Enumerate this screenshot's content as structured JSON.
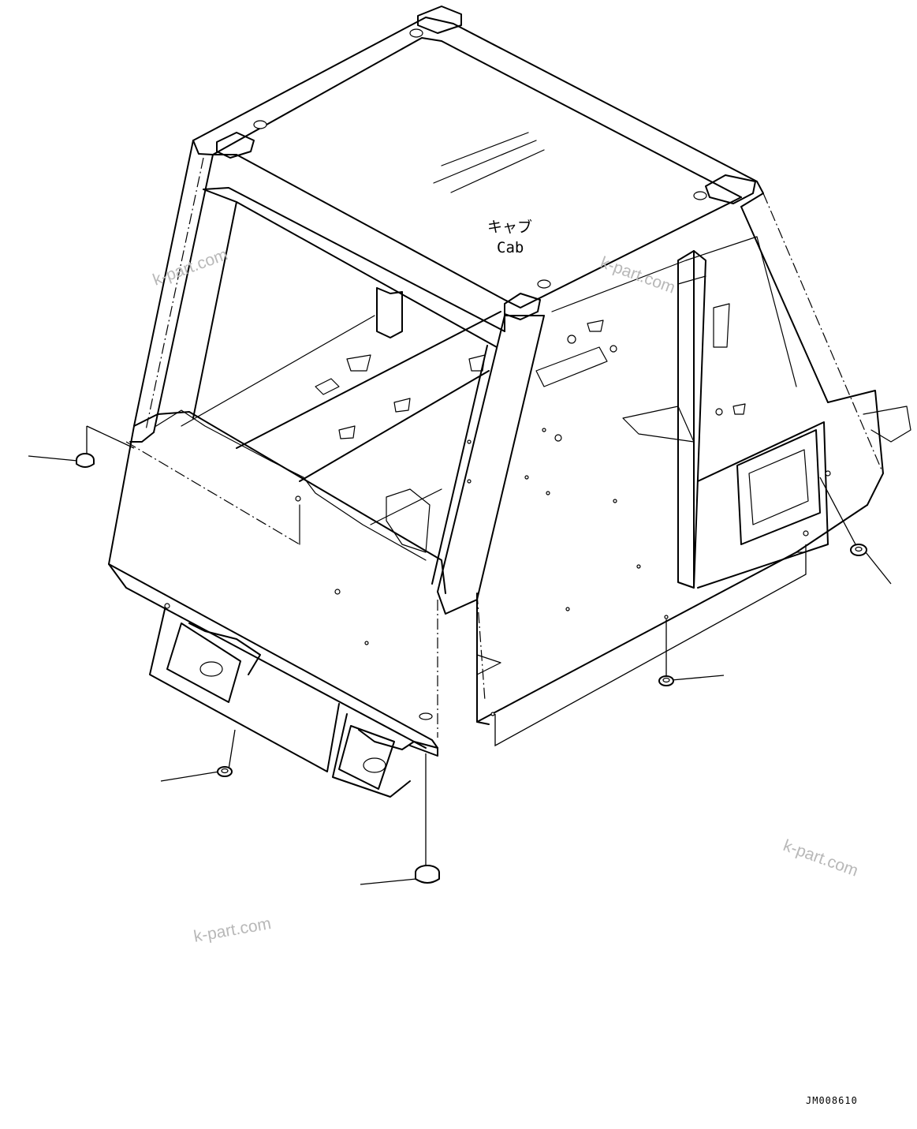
{
  "cab_label": {
    "japanese": "キャブ",
    "english": "Cab"
  },
  "watermarks": [
    "k-part.com",
    "k-part.com",
    "k-part.com",
    "k-part.com"
  ],
  "drawing_code": "JM008610",
  "line_color": "#000000",
  "watermark_color": "#b8b8b8"
}
